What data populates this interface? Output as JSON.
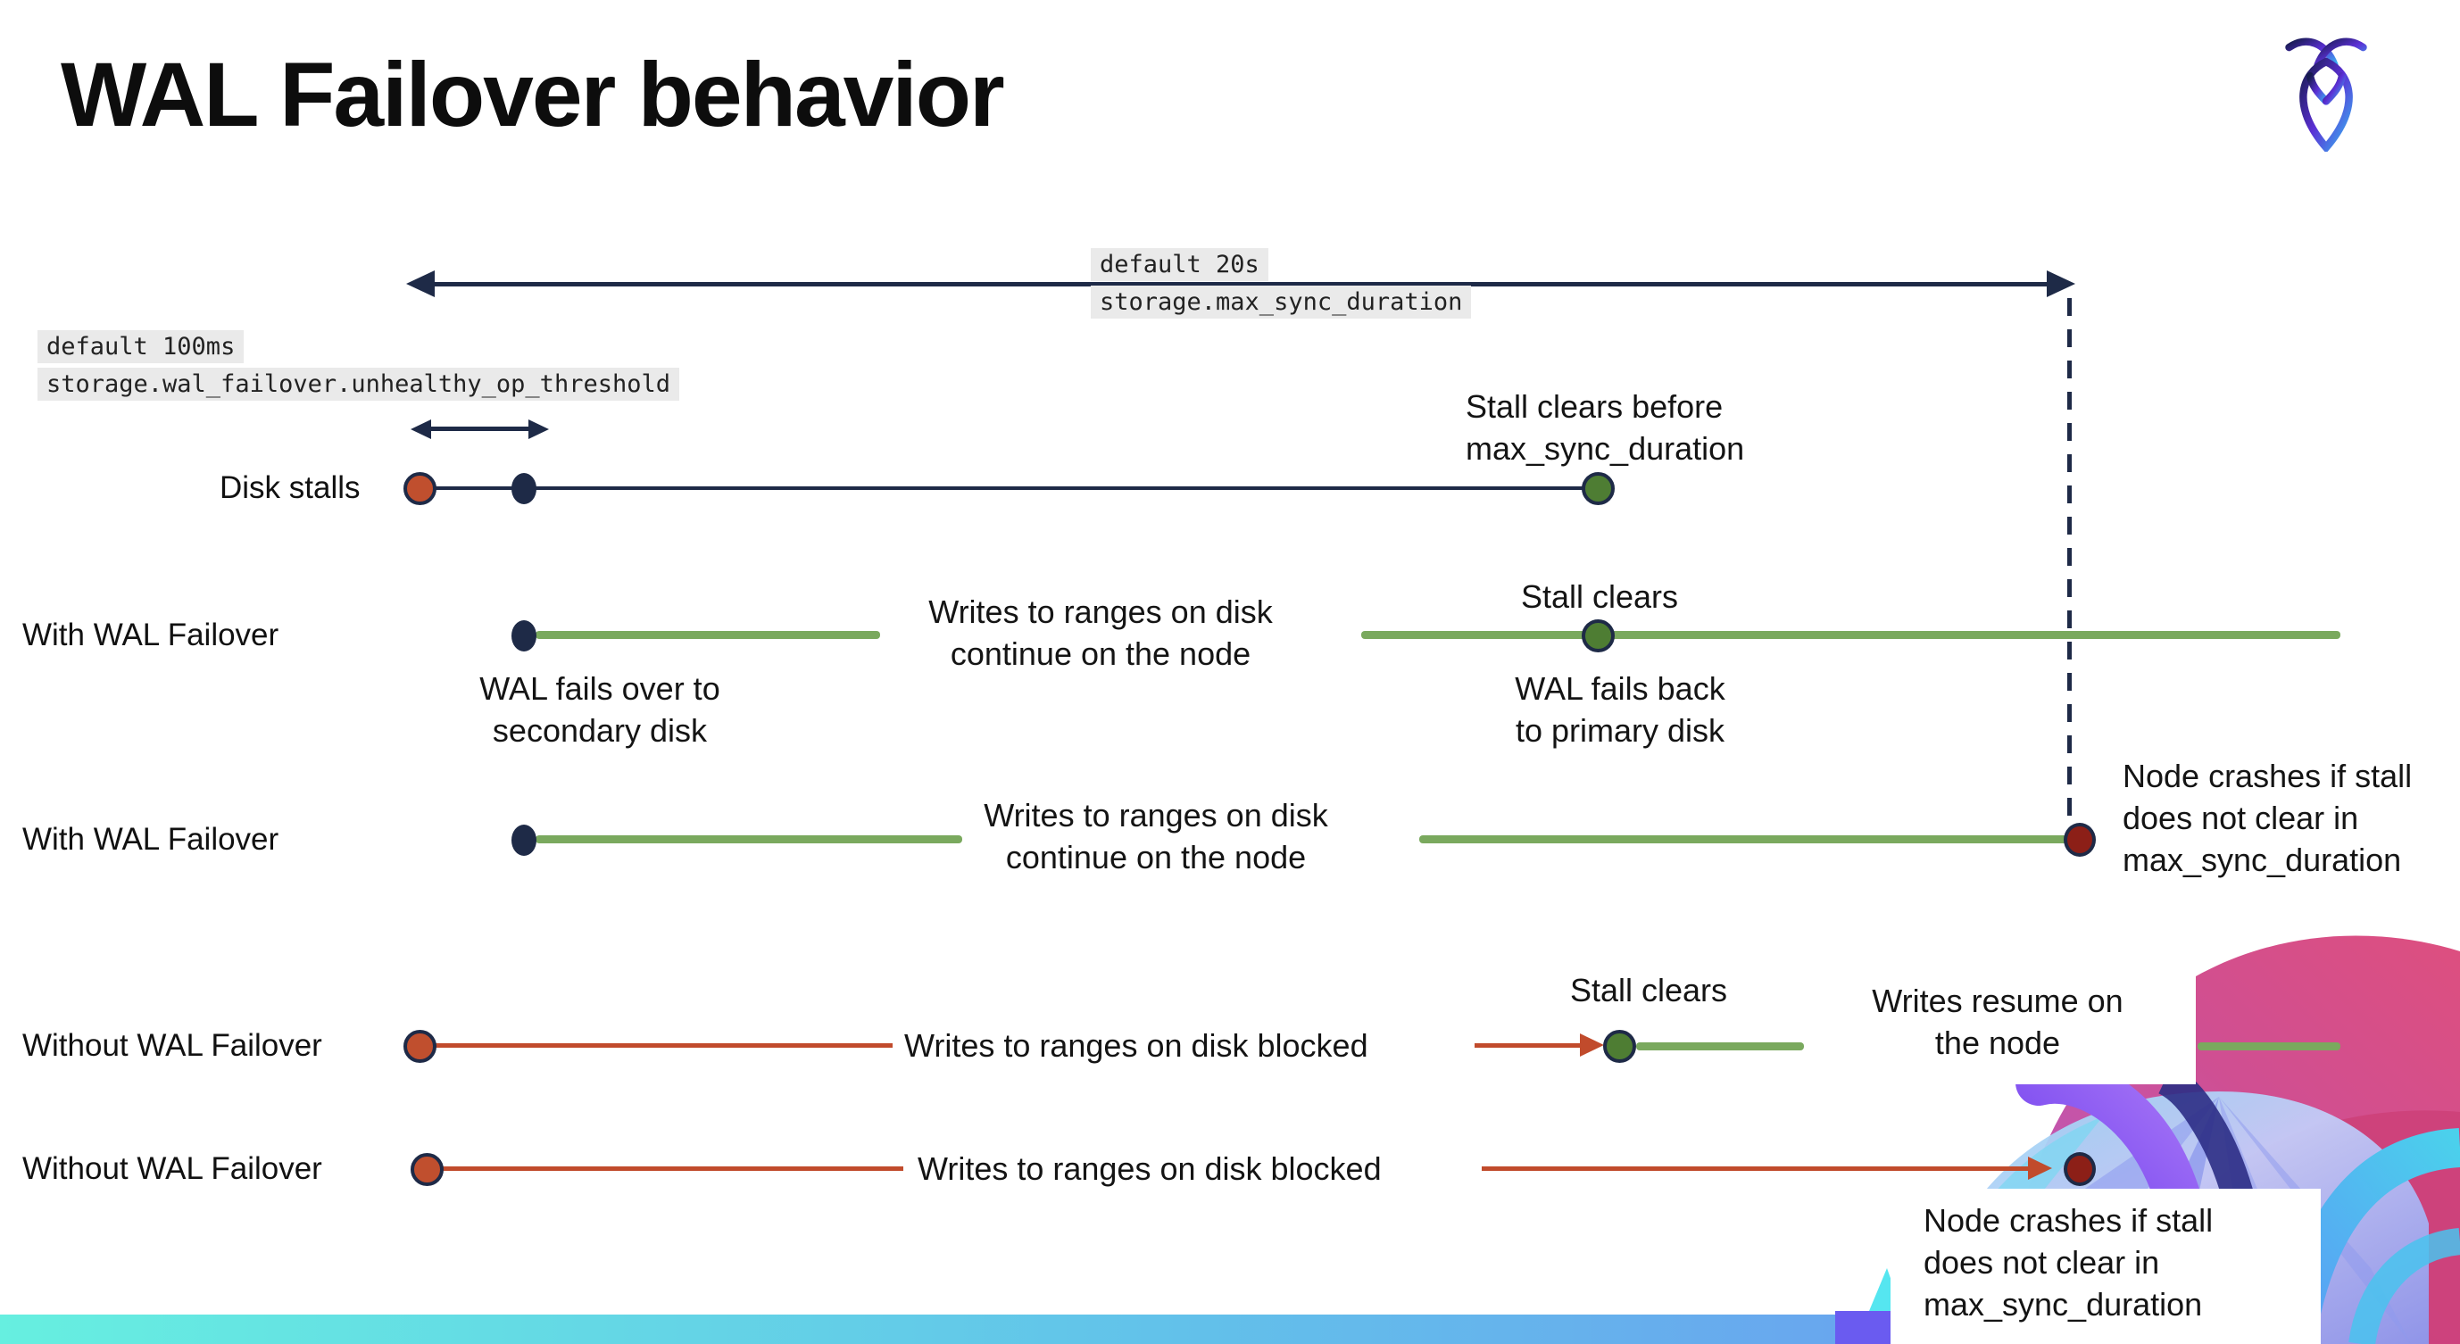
{
  "slide": {
    "title": "WAL Failover behavior"
  },
  "logo": {
    "name": "cockroachdb-logo"
  },
  "annotations": {
    "max_sync_duration": {
      "default_label": "default 20s",
      "setting": "storage.max_sync_duration"
    },
    "unhealthy_op_threshold": {
      "default_label": "default 100ms",
      "setting": "storage.wal_failover.unhealthy_op_threshold"
    }
  },
  "rows": [
    {
      "label": "Disk stalls",
      "stall_note": [
        "Stall clears before",
        "max_sync_duration"
      ]
    },
    {
      "label": "With WAL Failover",
      "failover_note": [
        "WAL fails over to",
        "secondary disk"
      ],
      "writes_note": [
        "Writes to ranges on disk",
        "continue on the node"
      ],
      "stall_clears": "Stall clears",
      "failback_note": [
        "WAL fails  back",
        "to primary disk"
      ]
    },
    {
      "label": "With WAL Failover",
      "writes_note": [
        "Writes to ranges on disk",
        "continue on the node"
      ],
      "crash_note": [
        "Node crashes if stall",
        "does not clear in",
        "max_sync_duration"
      ]
    },
    {
      "label": "Without WAL Failover",
      "blocked_note": "Writes to ranges on disk  blocked",
      "stall_clears": "Stall clears",
      "resume_note": [
        "Writes resume on",
        "the node"
      ]
    },
    {
      "label": "Without WAL Failover",
      "blocked_note": "Writes to ranges on disk  blocked",
      "crash_note": [
        "Node crashes if stall",
        "does not clear in",
        "max_sync_duration"
      ]
    }
  ],
  "colors": {
    "navy": "#1e2a47",
    "green_line": "#7aa95e",
    "green_dot": "#4e7d33",
    "orange_dot": "#c04f2e",
    "dark_red_dot": "#8c1f17",
    "red_line": "#c14b2c",
    "code_highlight_bg": "#eaeaea",
    "bottom_bar_gradient": [
      "#66efe0",
      "#6e8ef2"
    ]
  }
}
